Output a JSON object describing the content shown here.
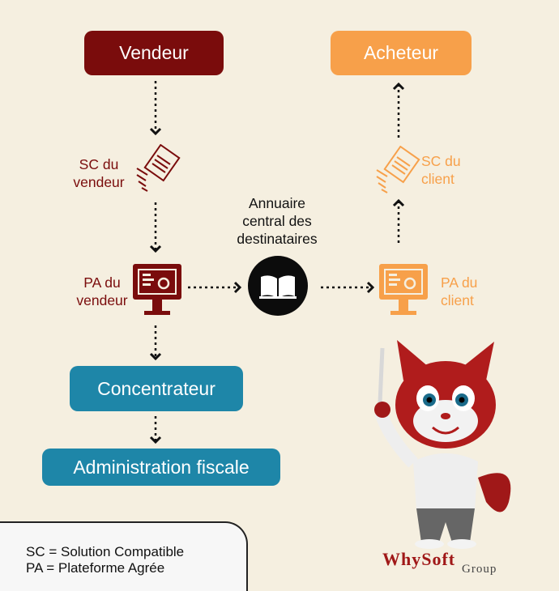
{
  "nodes": {
    "vendeur": "Vendeur",
    "acheteur": "Acheteur",
    "concentrateur": "Concentrateur",
    "administration": "Administration fiscale"
  },
  "labels": {
    "sc_vendeur": [
      "SC du",
      "vendeur"
    ],
    "pa_vendeur": [
      "PA du",
      "vendeur"
    ],
    "sc_client": [
      "SC du",
      "client"
    ],
    "pa_client": [
      "PA du",
      "client"
    ],
    "annuaire": [
      "Annuaire",
      "central des",
      "destinataires"
    ]
  },
  "legend": {
    "line1": "SC = Solution Compatible",
    "line2": "PA = Plateforme Agrée"
  },
  "logo": {
    "main": "WhySoft",
    "sub": "Group"
  },
  "colors": {
    "vendeur": "#7a0c0c",
    "acheteur": "#f7a04a",
    "concentrateur": "#1e86a8",
    "background": "#f5efe0"
  },
  "icons": {
    "sc": "document-send-icon",
    "pa": "monitor-settings-icon",
    "annuaire": "book-icon"
  }
}
